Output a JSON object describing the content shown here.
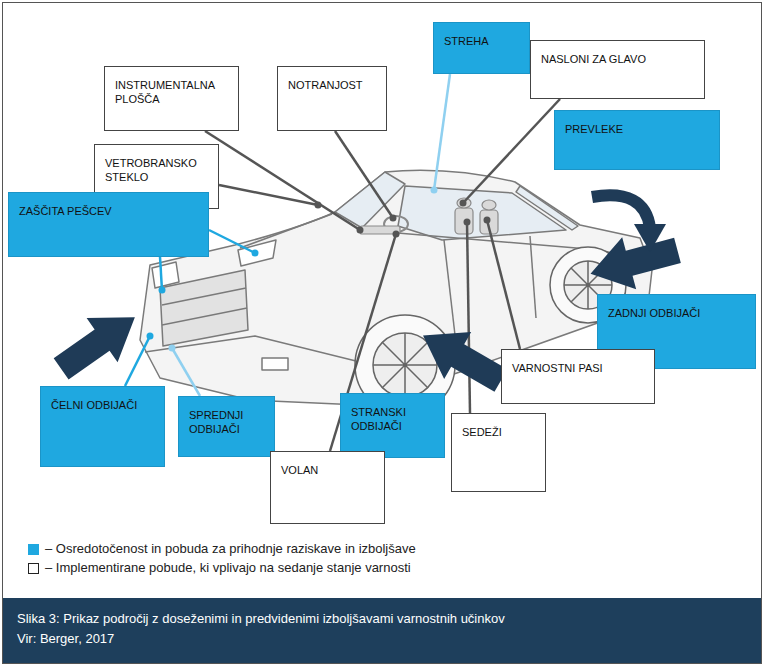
{
  "diagram": {
    "caption": "Slika 3: Prikaz področij z doseženimi in predvidenimi izboljšavami varnostnih učinkov",
    "nodes": [
      {
        "text": [
          "STREHA"
        ]
      },
      {
        "text": [
          "NASLONI ZA GLAVO"
        ]
      },
      {
        "text": [
          "INSTRUMENTALNA PLOŠČA"
        ]
      },
      {
        "text": [
          "NOTRANJOST"
        ]
      },
      {
        "text": [
          "PREVLEKE"
        ]
      },
      {
        "text": [
          "VETROBRANSKO STEKLO"
        ]
      },
      {
        "text": [
          "ZAŠČITA PEŠCEV"
        ]
      },
      {
        "text": [
          "ZADNJI ODBIJAČI"
        ]
      },
      {
        "text": [
          "VARNOSTNI PASI"
        ]
      },
      {
        "text": [
          "ČELNI ODBIJAČI"
        ]
      },
      {
        "text": [
          "SPREDNJI ODBIJAČI"
        ]
      },
      {
        "text": [
          "STRANSKI ODBIJAČI"
        ]
      },
      {
        "text": [
          "SEDEŽI"
        ]
      },
      {
        "text": [
          "VOLAN"
        ]
      }
    ],
    "labels": [
      "Vir: Berger, 2017"
    ],
    "legend": [
      {
        "text": "– Osredotočenost in pobuda za prihodnje raziskave in izboljšave",
        "color": "#1fa8e0"
      },
      {
        "text": "– Implementirane pobude, ki vplivajo na sedanje stanje varnosti"
      }
    ]
  }
}
